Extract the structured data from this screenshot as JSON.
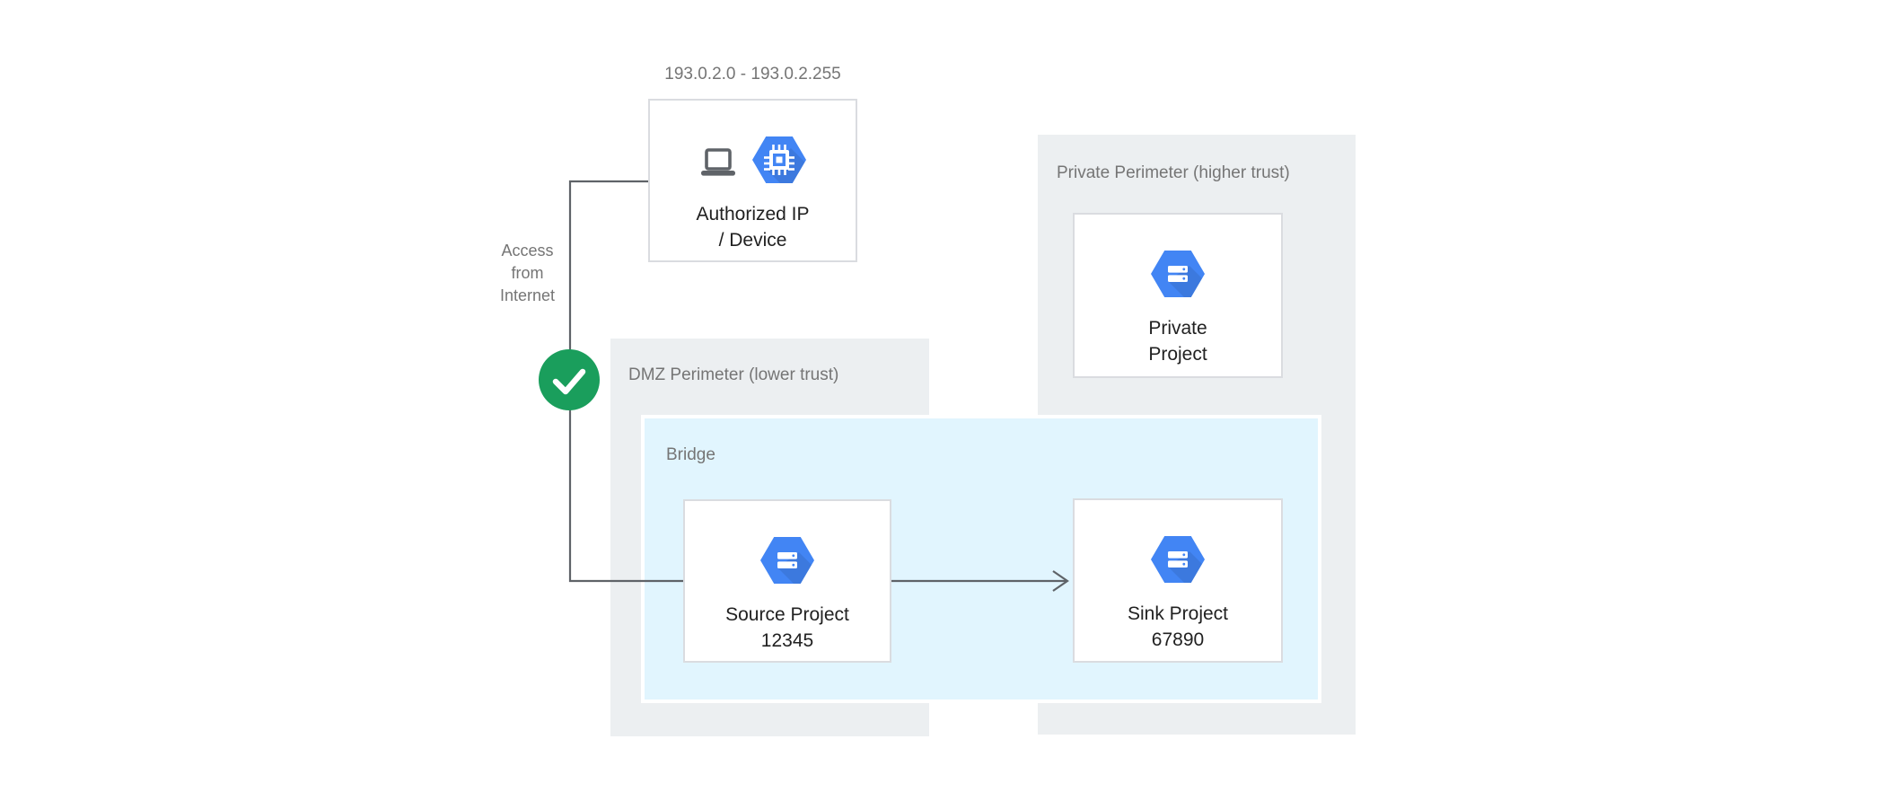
{
  "diagram": {
    "ip_range": "193.0.2.0 - 193.0.2.255",
    "access_note": {
      "lines": [
        "Access",
        "from",
        "Internet"
      ]
    },
    "authorized": {
      "lines": [
        "Authorized IP",
        "/ Device"
      ]
    },
    "dmz_perimeter": {
      "label": "DMZ Perimeter (lower trust)"
    },
    "bridge": {
      "label": "Bridge"
    },
    "source_project": {
      "lines": [
        "Source Project",
        "12345"
      ]
    },
    "sink_project": {
      "lines": [
        "Sink Project",
        "67890"
      ]
    },
    "private_perimeter": {
      "label": "Private Perimeter (higher trust)"
    },
    "private_project": {
      "lines": [
        "Private",
        "Project"
      ]
    },
    "icons": {
      "laptop": "laptop-icon",
      "compute_chip": "compute-engine-hexagon-icon",
      "project": "project-hexagon-icon",
      "check": "access-allowed-check-icon",
      "arrow": "data-flow-arrow"
    },
    "colors": {
      "perimeter_background": "#ECEFF1",
      "bridge_background": "#E1F5FE",
      "hexagon_blue": "#4285F4",
      "check_green": "#1A9E5C",
      "connector_gray": "#5F6368",
      "label_gray": "#757575",
      "text_dark": "#212121",
      "box_border": "#DADCE0"
    }
  }
}
